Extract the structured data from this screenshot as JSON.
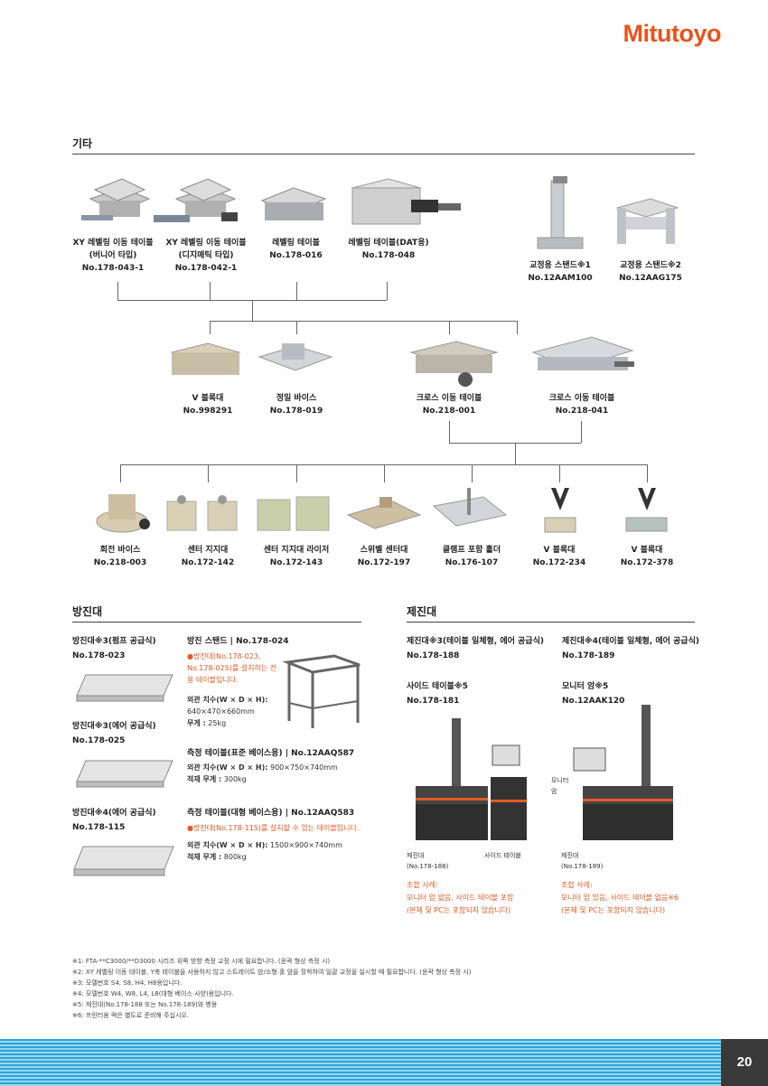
{
  "brand": "Mitutoyo",
  "page_number": "20",
  "sections": {
    "etc": "기타",
    "anti_vibration": "방진대",
    "vibration_isolation": "제진대"
  },
  "top_row": [
    {
      "name": "XY 레벨링 이동 테이블",
      "sub": "(버니어 타입)",
      "no": "No.178-043-1"
    },
    {
      "name": "XY 레벨링 이동 테이블",
      "sub": "(디지매틱 타입)",
      "no": "No.178-042-1"
    },
    {
      "name": "레벨링 테이블",
      "sub": "",
      "no": "No.178-016"
    },
    {
      "name": "레벨링 테이블(DAT용)",
      "sub": "",
      "no": "No.178-048"
    },
    {
      "name": "교정용 스탠드※1",
      "sub": "",
      "no": "No.12AAM100"
    },
    {
      "name": "교정용 스탠드※2",
      "sub": "",
      "no": "No.12AAG175"
    }
  ],
  "mid_row": [
    {
      "name": "V 블록대",
      "no": "No.998291"
    },
    {
      "name": "정밀 바이스",
      "no": "No.178-019"
    },
    {
      "name": "크로스 이동 테이블",
      "no": "No.218-001"
    },
    {
      "name": "크로스 이동 테이블",
      "no": "No.218-041"
    }
  ],
  "bottom_row": [
    {
      "name": "회전 바이스",
      "no": "No.218-003"
    },
    {
      "name": "센터 지지대",
      "no": "No.172-142"
    },
    {
      "name": "센터 지지대 라이저",
      "no": "No.172-143"
    },
    {
      "name": "스위벨 센터대",
      "no": "No.172-197"
    },
    {
      "name": "클램프 포함 홀더",
      "no": "No.176-107"
    },
    {
      "name": "V 블록대",
      "no": "No.172-234"
    },
    {
      "name": "V 블록대",
      "no": "No.172-378"
    }
  ],
  "anti": {
    "items": [
      {
        "name": "방진대※3(펌프 공급식)",
        "no": "No.178-023"
      },
      {
        "name": "방진대※3(에어 공급식)",
        "no": "No.178-025"
      },
      {
        "name": "방진대※4(에어 공급식)",
        "no": "No.178-115"
      }
    ],
    "stand_title": "방진 스탠드 | No.178-024",
    "stand_note": "●방진대(No.178-023, No.178-025)를 설치하는 전용 테이블입니다.",
    "stand_dim_label": "외관 치수(W × D × H):",
    "stand_dim": "640×470×660mm",
    "stand_weight_label": "무게 :",
    "stand_weight": "25kg",
    "table1_title": "측정 테이블(표준 베이스용) | No.12AAQ587",
    "table1_dim_label": "외관 치수(W × D × H):",
    "table1_dim": "900×750×740mm",
    "table1_load_label": "적재 무게 :",
    "table1_load": "300kg",
    "table2_title": "측정 테이블(대형 베이스용) | No.12AAQ583",
    "table2_note": "●방진대(No.178-115)를 설치할 수 있는 테이블입니다.",
    "table2_dim_label": "외관 치수(W × D × H):",
    "table2_dim": "1500×900×740mm",
    "table2_load_label": "적재 무게 :",
    "table2_load": "800kg"
  },
  "iso": {
    "items": [
      {
        "name": "제진대※3(테이블 일체형, 에어 공급식)",
        "no": "No.178-188"
      },
      {
        "name": "제진대※4(테이블 일체형, 에어 공급식)",
        "no": "No.178-189"
      },
      {
        "name": "사이드 테이블※5",
        "no": "No.178-181"
      },
      {
        "name": "모니터 암※5",
        "no": "No.12AAK120"
      }
    ],
    "left_callout_1": "제진대",
    "left_callout_1b": "(No.178-188)",
    "left_callout_2": "사이드 테이블",
    "right_callout_monitor_1": "모니터",
    "right_callout_monitor_2": "암",
    "right_callout_1": "제진대",
    "right_callout_1b": "(No.178-189)",
    "example_left": [
      "조합 사례:",
      "모니터 암 없음, 사이드 테이블 포함",
      "(본체 및 PC는 포함되지 않습니다)"
    ],
    "example_right": [
      "조합 사례:",
      "모니터 암 있음, 사이드 테이블 없음※6",
      "(본체 및 PC는 포함되지 않습니다)"
    ]
  },
  "footnotes": [
    "※1: FTA-**C3000/**D3000 시리즈 위쪽 방향 측정 교정 시에 필요합니다. (윤곽 형상 측정 시)",
    "※2: XY 레벨링 이동 테이블, Y축 테이블을 사용하지 않고 스트레이트 암/소형 홀 암을 장착하여 일괄 교정을 실시할 때 필요합니다. (윤곽 형상 측정 시)",
    "※3: 모델번호 S4, S8, H4, H8용입니다.",
    "※4: 모델번호 W4, W8, L4, L8(대형 베이스 사양)용입니다.",
    "※5: 제진대(No.178-188 또는 No.178-189)와 병용",
    "※6: 프린터용 랙은 별도로 준비해 주십시오."
  ]
}
